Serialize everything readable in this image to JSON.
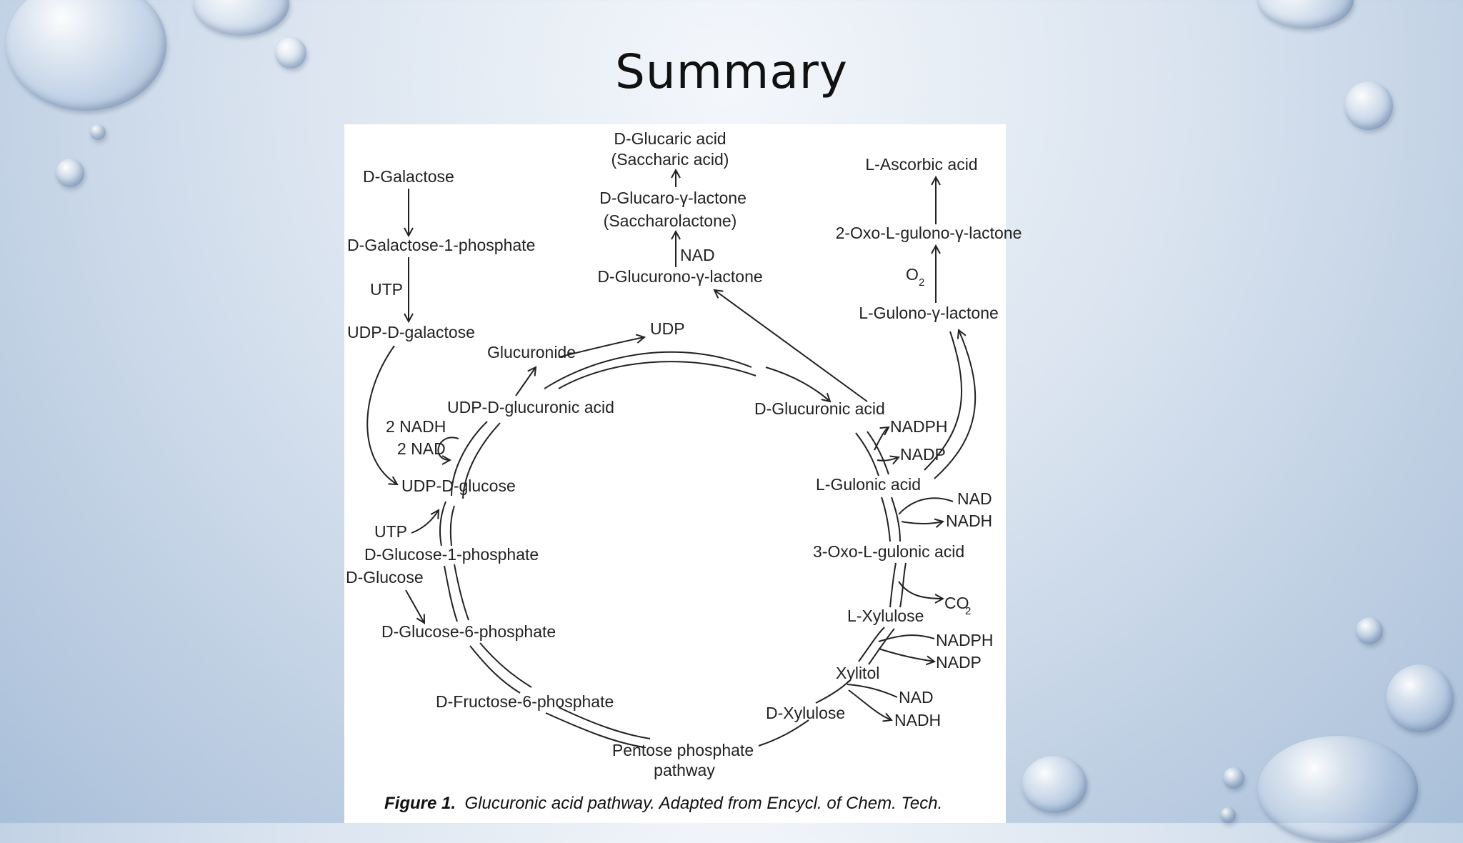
{
  "slide": {
    "title": "Summary"
  },
  "figure": {
    "caption_bold": "Figure 1.",
    "caption_italic": "Glucuronic acid pathway. Adapted from Encycl. of Chem. Tech.",
    "labels": {
      "d_glucaric_acid": "D-Glucaric acid",
      "saccharic_acid": "(Saccharic acid)",
      "d_glucaro_lactone": "D-Glucaro-γ-lactone",
      "saccharolactone": "(Saccharolactone)",
      "nad_top": "NAD",
      "d_glucurono_lactone": "D-Glucurono-γ-lactone",
      "l_ascorbic_acid": "L-Ascorbic acid",
      "oxo_gulono_lactone": "2-Oxo-L-gulono-γ-lactone",
      "o2": "O",
      "o2_sub": "2",
      "l_gulono_lactone": "L-Gulono-γ-lactone",
      "d_galactose": "D-Galactose",
      "d_galactose_1p": "D-Galactose-1-phosphate",
      "utp_1": "UTP",
      "udp_d_galactose": "UDP-D-galactose",
      "udp": "UDP",
      "glucuronide": "Glucuronide",
      "udp_d_glucuronic_acid": "UDP-D-glucuronic acid",
      "nadh_2": "2 NADH",
      "nad_2": "2 NAD",
      "udp_d_glucose": "UDP-D-glucose",
      "utp_2": "UTP",
      "d_glucose_1p": "D-Glucose-1-phosphate",
      "d_glucose": "D-Glucose",
      "d_glucose_6p": "D-Glucose-6-phosphate",
      "d_fructose_6p": "D-Fructose-6-phosphate",
      "pentose_1": "Pentose phosphate",
      "pentose_2": "pathway",
      "d_glucuronic_acid": "D-Glucuronic acid",
      "nadph_1": "NADPH",
      "nadp_1": "NADP",
      "l_gulonic_acid": "L-Gulonic acid",
      "nad_1": "NAD",
      "nadh_1": "NADH",
      "oxo_l_gulonic_acid": "3-Oxo-L-gulonic acid",
      "co2": "CO",
      "co2_sub": "2",
      "l_xylulose": "L-Xylulose",
      "nadph_2": "NADPH",
      "nadp_2": "NADP",
      "xylitol": "Xylitol",
      "nad_3": "NAD",
      "nadh_3": "NADH",
      "d_xylulose": "D-Xylulose"
    }
  }
}
